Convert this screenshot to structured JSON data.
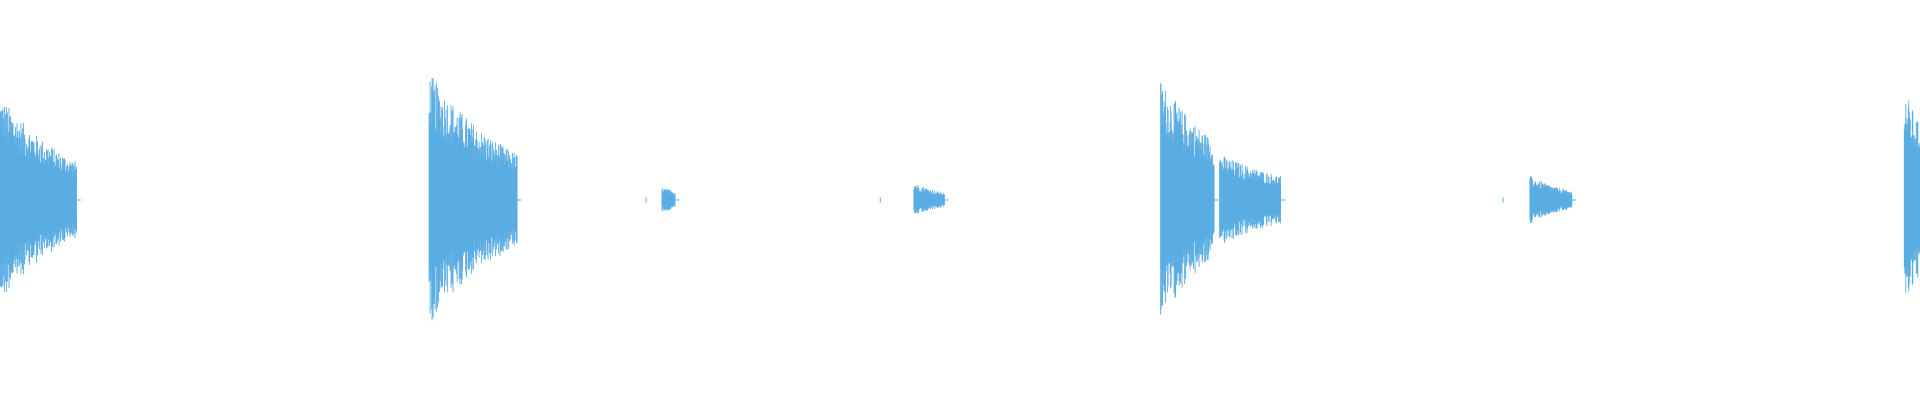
{
  "waveform": {
    "color": "#5aade3",
    "background": "#ffffff",
    "transients": [
      {
        "position": 0.0,
        "amplitude": 0.82,
        "decay": 0.04,
        "tail_length": 0.04
      },
      {
        "position": 0.2235,
        "amplitude": 1.0,
        "decay": 0.045,
        "tail_length": 0.046
      },
      {
        "position": 0.3448,
        "amplitude": 0.1,
        "decay": 0.02,
        "tail_length": 0.007
      },
      {
        "position": 0.476,
        "amplitude": 0.14,
        "decay": 0.018,
        "tail_length": 0.016
      },
      {
        "position": 0.6045,
        "amplitude": 0.94,
        "decay": 0.04,
        "tail_length": 0.028
      },
      {
        "position": 0.6352,
        "amplitude": 0.36,
        "decay": 0.05,
        "tail_length": 0.032
      },
      {
        "position": 0.7968,
        "amplitude": 0.19,
        "decay": 0.022,
        "tail_length": 0.022
      },
      {
        "position": 0.9918,
        "amplitude": 0.88,
        "decay": 0.02,
        "tail_length": 0.009
      }
    ],
    "tiny_blips": [
      {
        "position": 0.3365,
        "amplitude": 0.02
      },
      {
        "position": 0.4585,
        "amplitude": 0.02
      },
      {
        "position": 0.7828,
        "amplitude": 0.02
      }
    ]
  }
}
